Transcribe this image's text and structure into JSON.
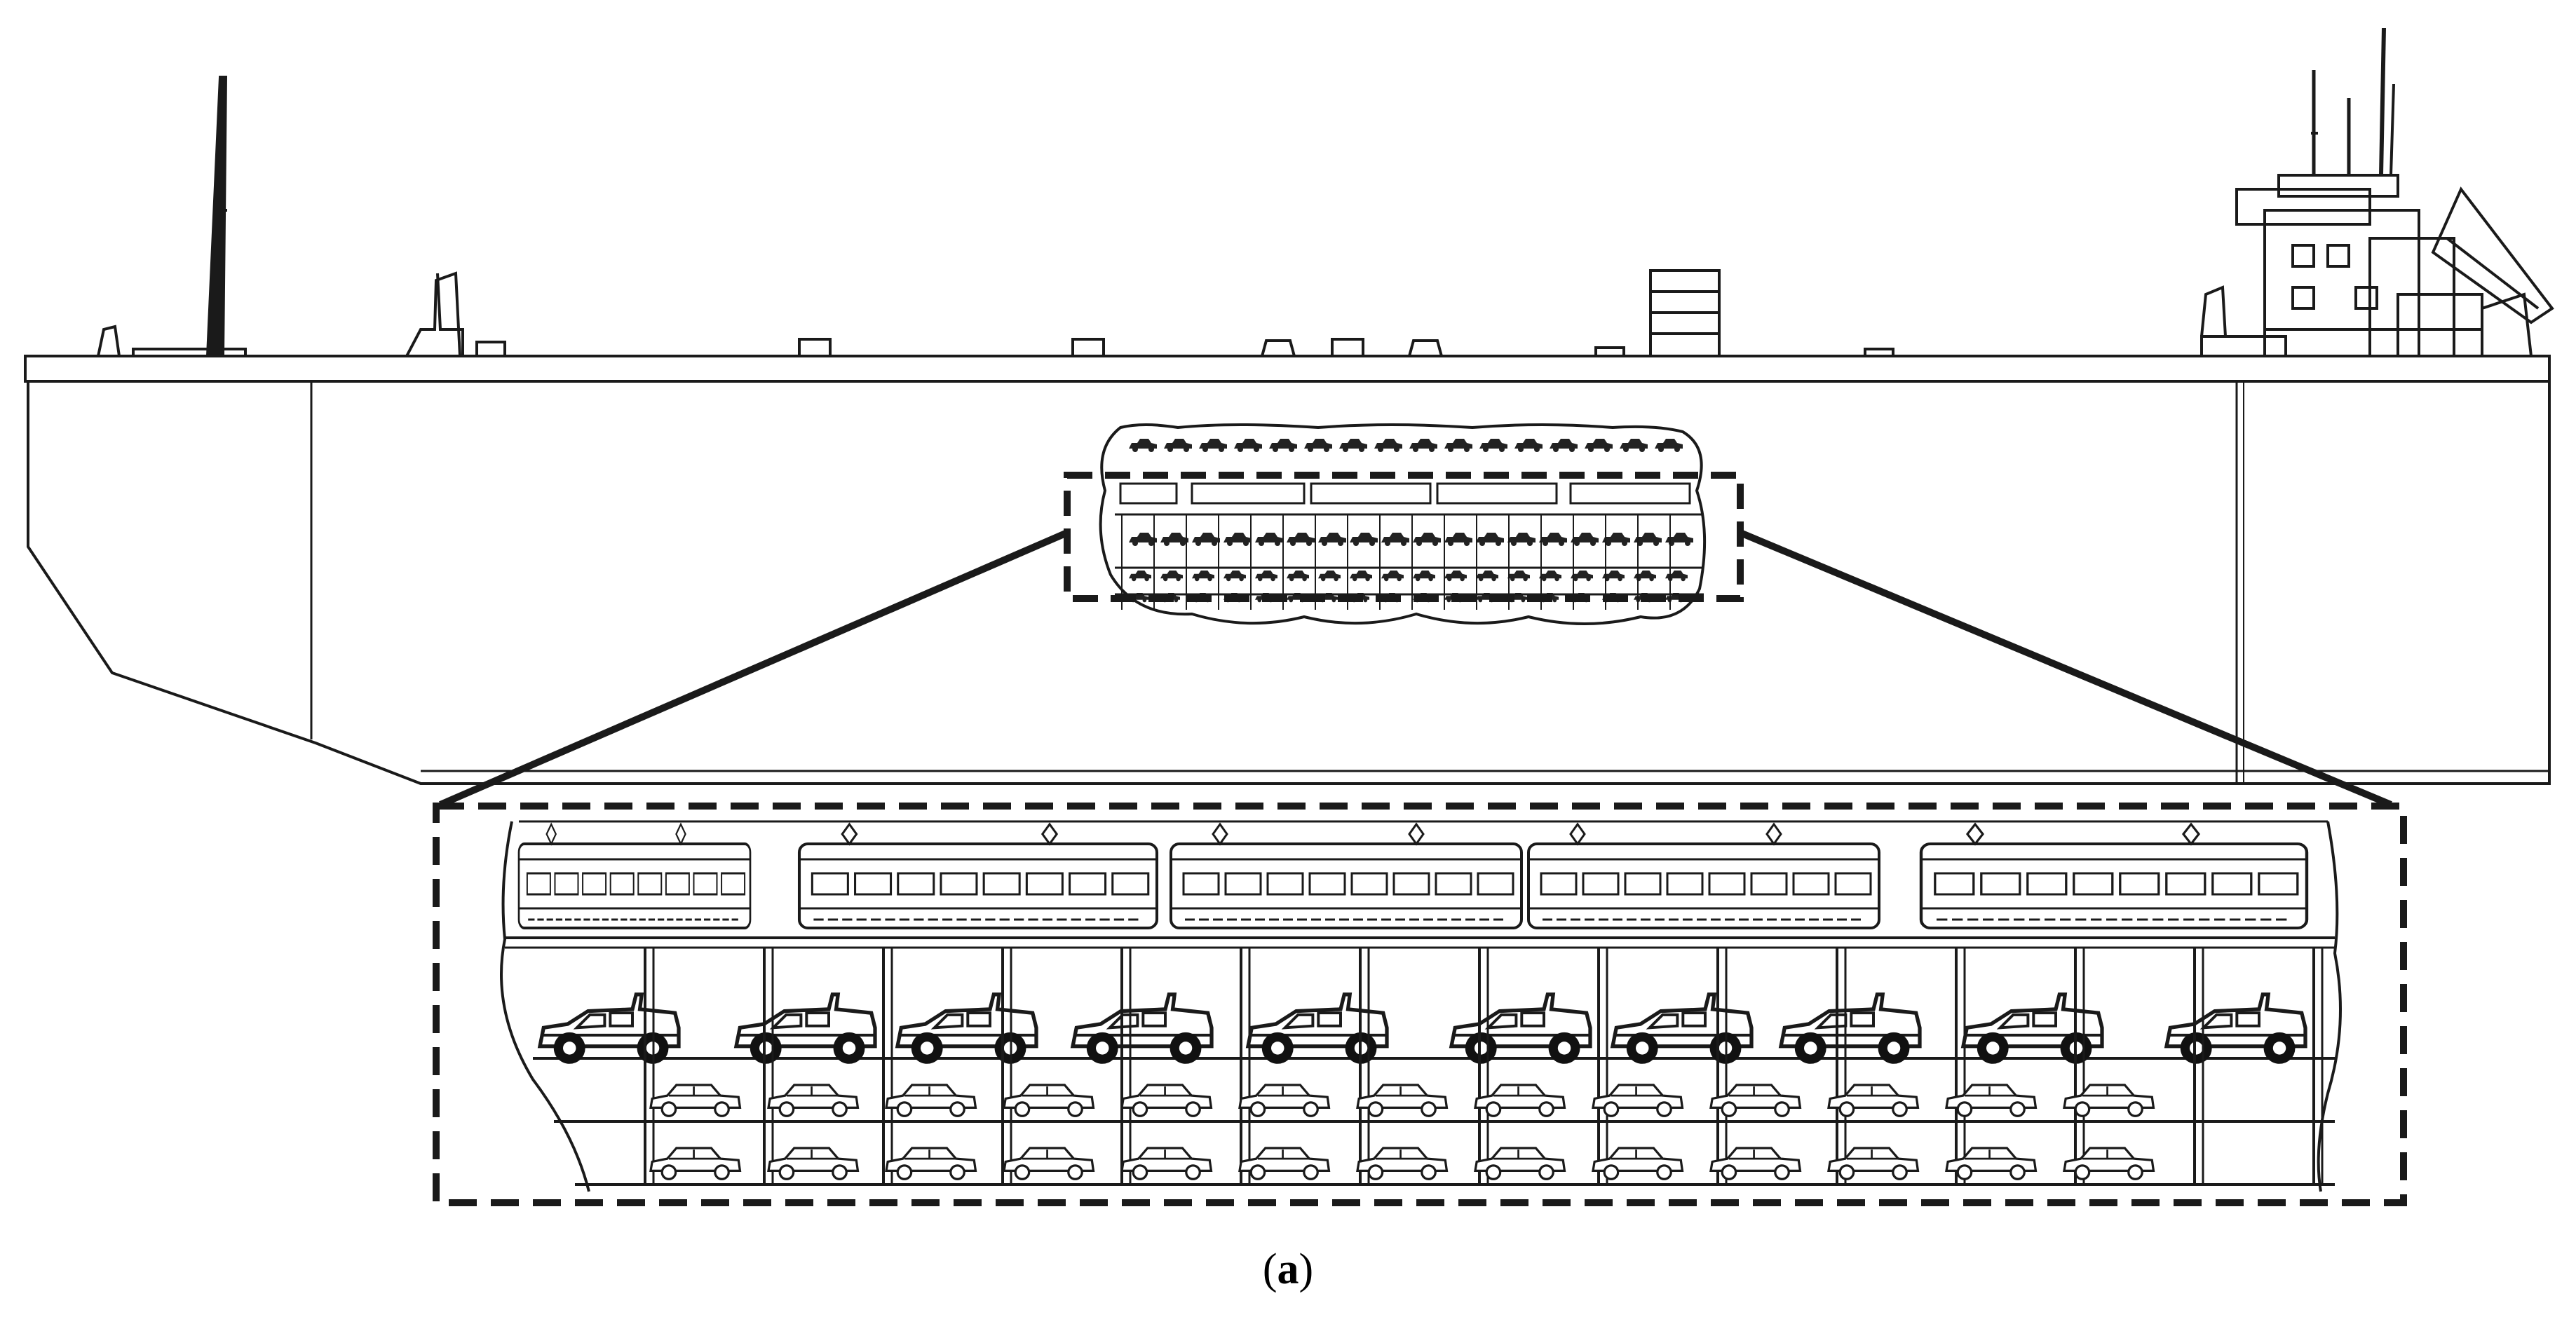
{
  "caption": {
    "open": "(",
    "letter": "a",
    "close": ")"
  },
  "colors": {
    "line": "#1a1a1a",
    "background": "#ffffff"
  },
  "detail": {
    "railcar_count": 5,
    "suv_count": 10,
    "car_columns": 13,
    "car_rows": 2
  }
}
